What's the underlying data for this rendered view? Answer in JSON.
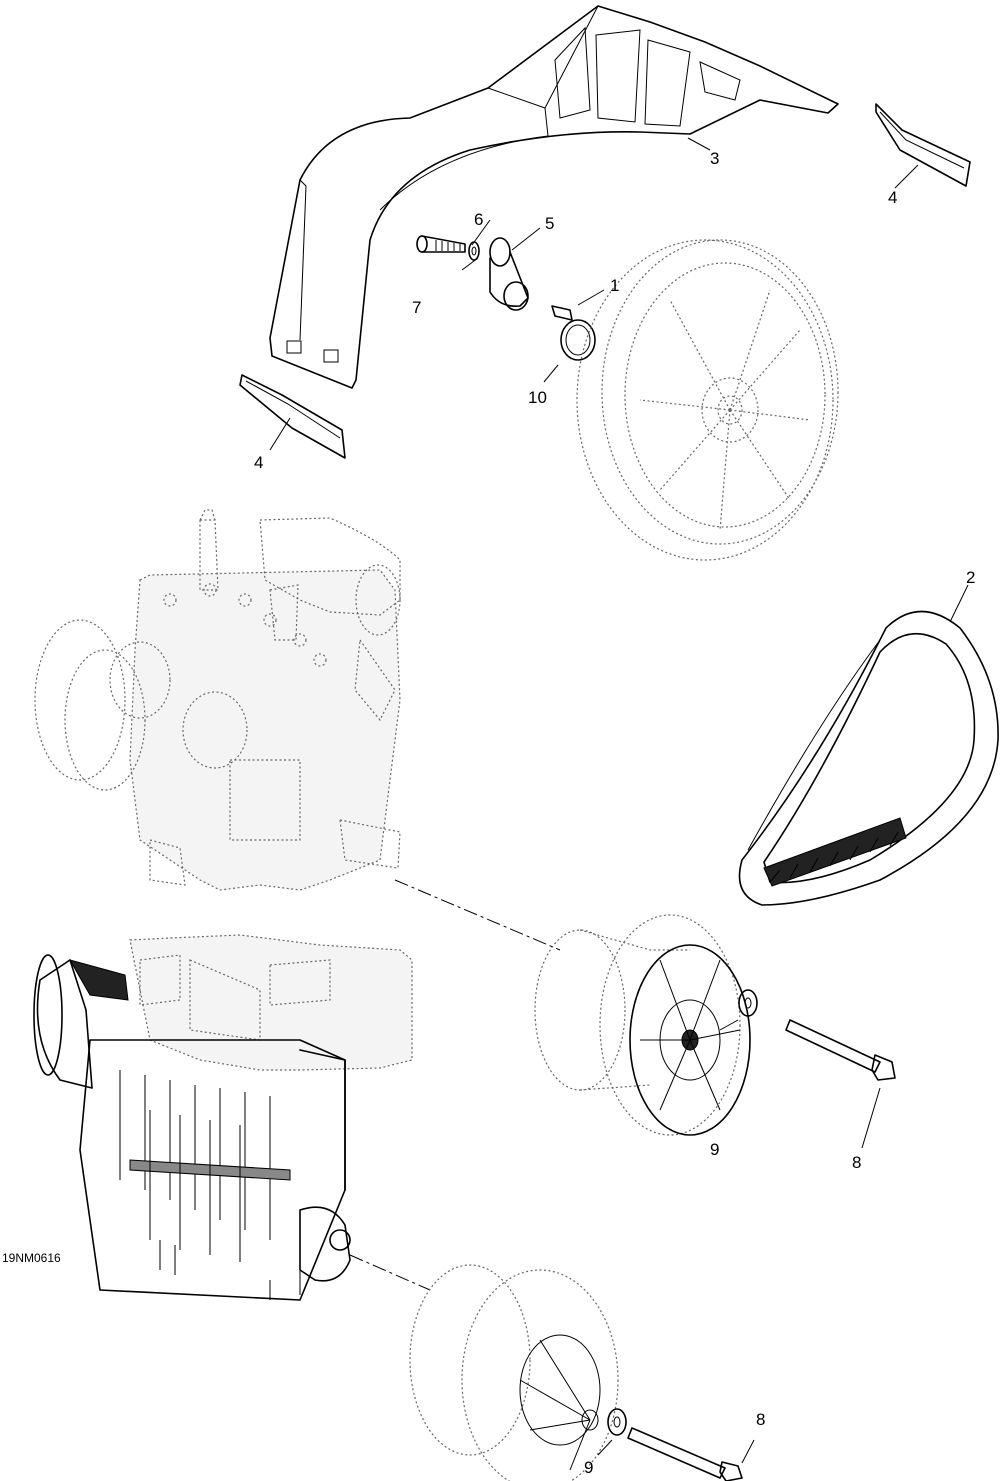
{
  "figure_code": "19NM0616",
  "callouts": {
    "c1": "1",
    "c2": "2",
    "c3": "3",
    "c4a": "4",
    "c4b": "4",
    "c5": "5",
    "c6": "6",
    "c7": "7",
    "c8a": "8",
    "c8b": "8",
    "c9a": "9",
    "c9b": "9",
    "c10": "10"
  }
}
